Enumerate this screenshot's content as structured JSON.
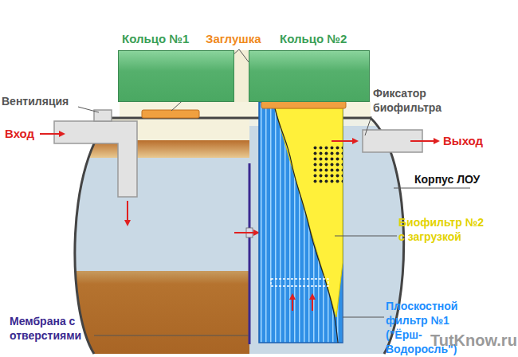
{
  "diagram": {
    "nodes": [
      {
        "text": [
          "Кольцо №1"
        ]
      },
      {
        "text": [
          "Кольцо №2"
        ]
      }
    ],
    "labels": [
      "Заглушка",
      "Вентиляция",
      "Вход",
      "Фиксатор биофильтра",
      "Выход",
      "Корпус ЛОУ",
      "Биофильтр №2 с загрузкой",
      "Мембрана с отверстиями",
      "Плоскостной фильтр №1 (\"Ёрш-Водоросль\")",
      "TutKnow.ru"
    ]
  }
}
